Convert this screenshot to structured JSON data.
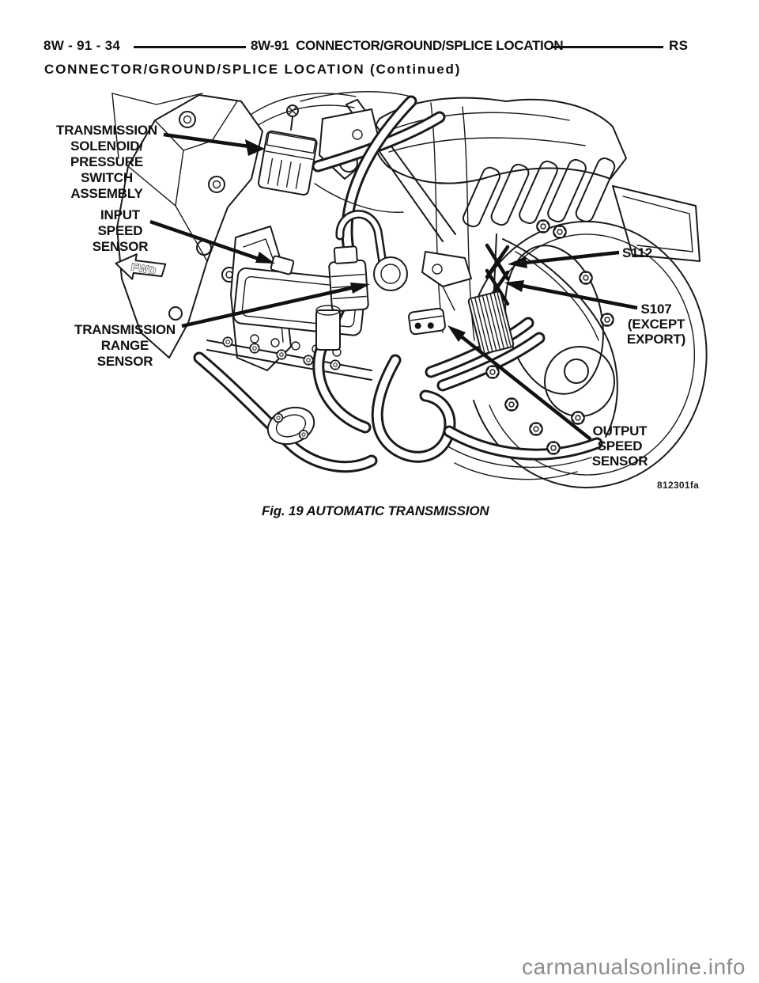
{
  "page": {
    "header": {
      "left_code": "8W - 91 - 34",
      "center_title": "8W-91  CONNECTOR/GROUND/SPLICE LOCATION",
      "right_code": "RS",
      "subtitle": "CONNECTOR/GROUND/SPLICE LOCATION (Continued)"
    },
    "figure": {
      "callouts": {
        "solenoid": "TRANSMISSION\nSOLENOID/\nPRESSURE\nSWITCH\nASSEMBLY",
        "input_speed": "INPUT\nSPEED\nSENSOR",
        "fwd": "FWD",
        "range": "TRANSMISSION\nRANGE\nSENSOR",
        "s112": "S112",
        "s107": "S107\n(EXCEPT\nEXPORT)",
        "output_speed": "OUTPUT\nSPEED\nSENSOR",
        "figure_id": "812301fa"
      },
      "caption": "Fig. 19 AUTOMATIC TRANSMISSION"
    },
    "watermark": "carmanualsonline.info",
    "colors": {
      "ink": "#111111",
      "watermark": "#8d8d8d",
      "paper": "#ffffff"
    }
  }
}
